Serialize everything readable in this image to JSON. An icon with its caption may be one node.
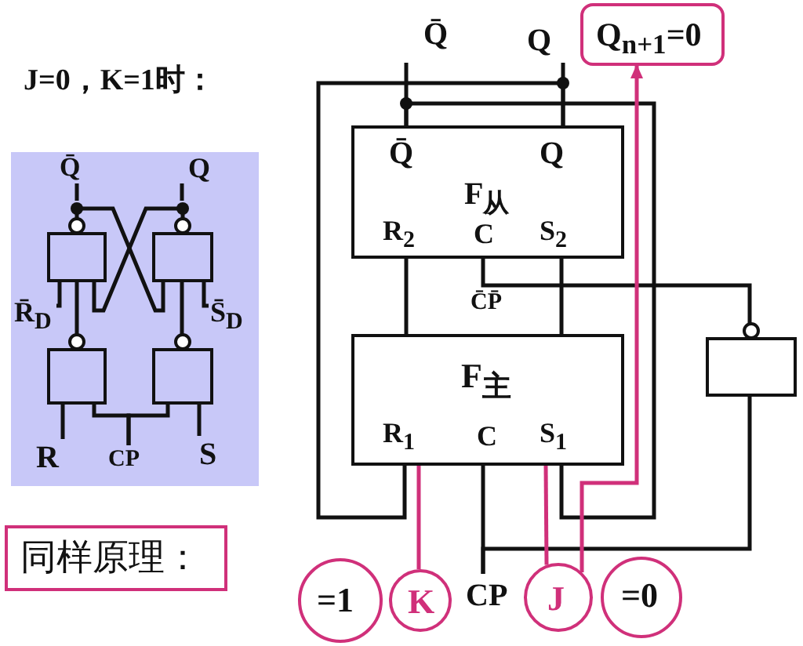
{
  "diagram": {
    "title": "J=0，K=1时：",
    "nodes": [
      {
        "text": [
          "Q̄",
          "Q",
          "F$_{从}$",
          "R$_{2}$",
          "C",
          "S$_{2}$"
        ]
      },
      {
        "text": [
          "F$_{主}$",
          "R$_{1}$",
          "C",
          "S$_{1}$"
        ]
      },
      {
        "text": [],
        "shape": "box"
      },
      {
        "text": [
          "Q$_{n+1}$=0"
        ]
      },
      {
        "text": [
          "Q̄"
        ]
      },
      {
        "text": [
          "Q"
        ]
      },
      {
        "text": [
          "CP"
        ]
      },
      {
        "text": [
          "=1"
        ]
      },
      {
        "text": [
          "K"
        ]
      },
      {
        "text": [
          "J"
        ]
      },
      {
        "text": [
          "=0"
        ]
      },
      {
        "text": [
          "同样原理："
        ]
      },
      {
        "text": [],
        "shape": "box"
      },
      {
        "text": [],
        "shape": "box",
        "in": 12
      },
      {
        "text": [],
        "shape": "box",
        "in": 12
      },
      {
        "text": [],
        "shape": "box",
        "in": 12
      },
      {
        "text": [],
        "shape": "box",
        "in": 12
      },
      {
        "text": [
          "Q̄"
        ],
        "in": 12
      },
      {
        "text": [
          "Q"
        ],
        "in": 12
      },
      {
        "text": [
          "R̄$_{D}$"
        ],
        "in": 12
      },
      {
        "text": [
          "S̄$_{D}$"
        ],
        "in": 12
      },
      {
        "text": [
          "R"
        ],
        "in": 12
      },
      {
        "text": [
          "CP"
        ],
        "in": 12
      },
      {
        "text": [
          "S"
        ],
        "in": 12
      }
    ],
    "edges": [
      {
        "from": 0,
        "to": 4,
        "arrow": "none"
      },
      {
        "from": 0,
        "to": 5,
        "arrow": "none"
      },
      {
        "from": 0,
        "to": 1,
        "arrow": "none"
      },
      {
        "from": 0,
        "to": 1,
        "arrow": "none"
      },
      {
        "from": 0,
        "to": 1,
        "arrow": "none"
      },
      {
        "from": 0,
        "to": 1,
        "arrow": "none"
      },
      {
        "from": 6,
        "to": 1,
        "arrow": "none"
      },
      {
        "from": 6,
        "to": 2,
        "arrow": "none"
      },
      {
        "from": 2,
        "to": 0,
        "arrow": "none"
      },
      {
        "from": 8,
        "to": 1,
        "arrow": "none",
        "color": "#d0307a"
      },
      {
        "from": 9,
        "to": 1,
        "arrow": "none",
        "color": "#d0307a"
      },
      {
        "from": 9,
        "to": 3,
        "arrow": "to",
        "color": "#d0307a"
      },
      {
        "from": 15,
        "to": 13,
        "arrow": "none"
      },
      {
        "from": 16,
        "to": 14,
        "arrow": "none"
      },
      {
        "from": 13,
        "to": 14,
        "arrow": "none"
      },
      {
        "from": 14,
        "to": 13,
        "arrow": "none"
      },
      {
        "from": 13,
        "to": 17,
        "arrow": "none"
      },
      {
        "from": 14,
        "to": 18,
        "arrow": "none"
      },
      {
        "from": 19,
        "to": 13,
        "arrow": "none"
      },
      {
        "from": 20,
        "to": 14,
        "arrow": "none"
      },
      {
        "from": 21,
        "to": 15,
        "arrow": "none"
      },
      {
        "from": 23,
        "to": 16,
        "arrow": "none"
      },
      {
        "from": 22,
        "to": 15,
        "arrow": "none"
      },
      {
        "from": 22,
        "to": 16,
        "arrow": "none"
      }
    ],
    "labels": [
      "C̄P̄"
    ]
  }
}
